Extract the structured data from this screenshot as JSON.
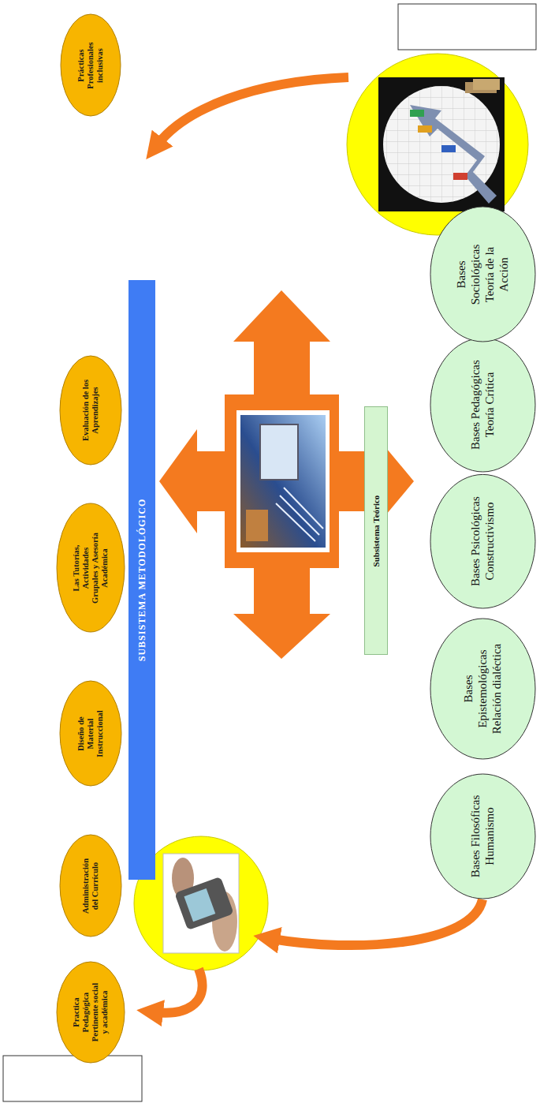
{
  "diagram": {
    "nodes": [
      {
        "text": [
          "Practica Pedagógica Pertinente social y académica"
        ]
      },
      {
        "text": [
          "Administración del Currículo"
        ]
      },
      {
        "text": [
          "Diseño de Material Instruccional"
        ]
      },
      {
        "text": [
          "Las Tutorías, Actividades Grupales y Asesoría Académica"
        ]
      },
      {
        "text": [
          "Evaluación de los Aprendizajes"
        ]
      },
      {
        "text": [
          "Prácticas Profesionales inclusivas"
        ]
      },
      {
        "text": [
          "SUBSISTEMA METODOLÓGICO"
        ]
      },
      {
        "text": [
          "Subsistema Teórico"
        ]
      },
      {
        "text": [
          "Bases Filosóficas",
          "Humanismo"
        ]
      },
      {
        "text": [
          "Bases Epistemológicas",
          "Relación dialéctica"
        ]
      },
      {
        "text": [
          "Bases Psicológicas",
          "Constructivismo"
        ]
      },
      {
        "text": [
          "Bases Pedagógicas",
          "Teoría Crítica"
        ]
      },
      {
        "text": [
          "Bases Sociológicas",
          "Teoría de la Acción"
        ]
      }
    ]
  }
}
